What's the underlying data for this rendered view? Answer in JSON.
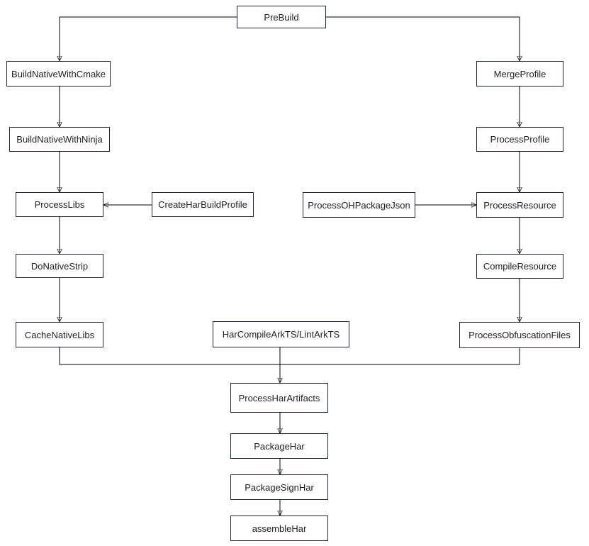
{
  "colors": {
    "box_border": "#1a2340",
    "line": "#000000",
    "text": "#1f1f1f",
    "background": "#ffffff"
  },
  "diagram": {
    "type": "flowchart",
    "nodes": [
      {
        "id": "prebuild",
        "label": "PreBuild"
      },
      {
        "id": "build-native-with-cmake",
        "label": "BuildNativeWithCmake"
      },
      {
        "id": "build-native-with-ninja",
        "label": "BuildNativeWithNinja"
      },
      {
        "id": "process-libs",
        "label": "ProcessLibs"
      },
      {
        "id": "create-har-build-profile",
        "label": "CreateHarBuildProfile"
      },
      {
        "id": "do-native-strip",
        "label": "DoNativeStrip"
      },
      {
        "id": "cache-native-libs",
        "label": "CacheNativeLibs"
      },
      {
        "id": "har-compile-arkts",
        "label": "HarCompileArkTS/LintArkTS"
      },
      {
        "id": "process-oh-package-json",
        "label": "ProcessOHPackageJson"
      },
      {
        "id": "merge-profile",
        "label": "MergeProfile"
      },
      {
        "id": "process-profile",
        "label": "ProcessProfile"
      },
      {
        "id": "process-resource",
        "label": "ProcessResource"
      },
      {
        "id": "compile-resource",
        "label": "CompileResource"
      },
      {
        "id": "process-obfuscation-files",
        "label": "ProcessObfuscationFiles"
      },
      {
        "id": "process-har-artifacts",
        "label": "ProcessHarArtifacts"
      },
      {
        "id": "package-har",
        "label": "PackageHar"
      },
      {
        "id": "package-sign-har",
        "label": "PackageSignHar"
      },
      {
        "id": "assemble-har",
        "label": "assembleHar"
      }
    ],
    "edges": [
      {
        "from": "PreBuild",
        "to": "BuildNativeWithCmake"
      },
      {
        "from": "PreBuild",
        "to": "MergeProfile"
      },
      {
        "from": "BuildNativeWithCmake",
        "to": "BuildNativeWithNinja"
      },
      {
        "from": "BuildNativeWithNinja",
        "to": "ProcessLibs"
      },
      {
        "from": "CreateHarBuildProfile",
        "to": "ProcessLibs"
      },
      {
        "from": "ProcessLibs",
        "to": "DoNativeStrip"
      },
      {
        "from": "DoNativeStrip",
        "to": "CacheNativeLibs"
      },
      {
        "from": "MergeProfile",
        "to": "ProcessProfile"
      },
      {
        "from": "ProcessProfile",
        "to": "ProcessResource"
      },
      {
        "from": "ProcessOHPackageJson",
        "to": "ProcessResource"
      },
      {
        "from": "ProcessResource",
        "to": "CompileResource"
      },
      {
        "from": "CompileResource",
        "to": "ProcessObfuscationFiles"
      },
      {
        "from": "CacheNativeLibs",
        "to": "ProcessHarArtifacts"
      },
      {
        "from": "HarCompileArkTS/LintArkTS",
        "to": "ProcessHarArtifacts"
      },
      {
        "from": "ProcessObfuscationFiles",
        "to": "ProcessHarArtifacts"
      },
      {
        "from": "ProcessHarArtifacts",
        "to": "PackageHar"
      },
      {
        "from": "PackageHar",
        "to": "PackageSignHar"
      },
      {
        "from": "PackageSignHar",
        "to": "assembleHar"
      }
    ]
  }
}
